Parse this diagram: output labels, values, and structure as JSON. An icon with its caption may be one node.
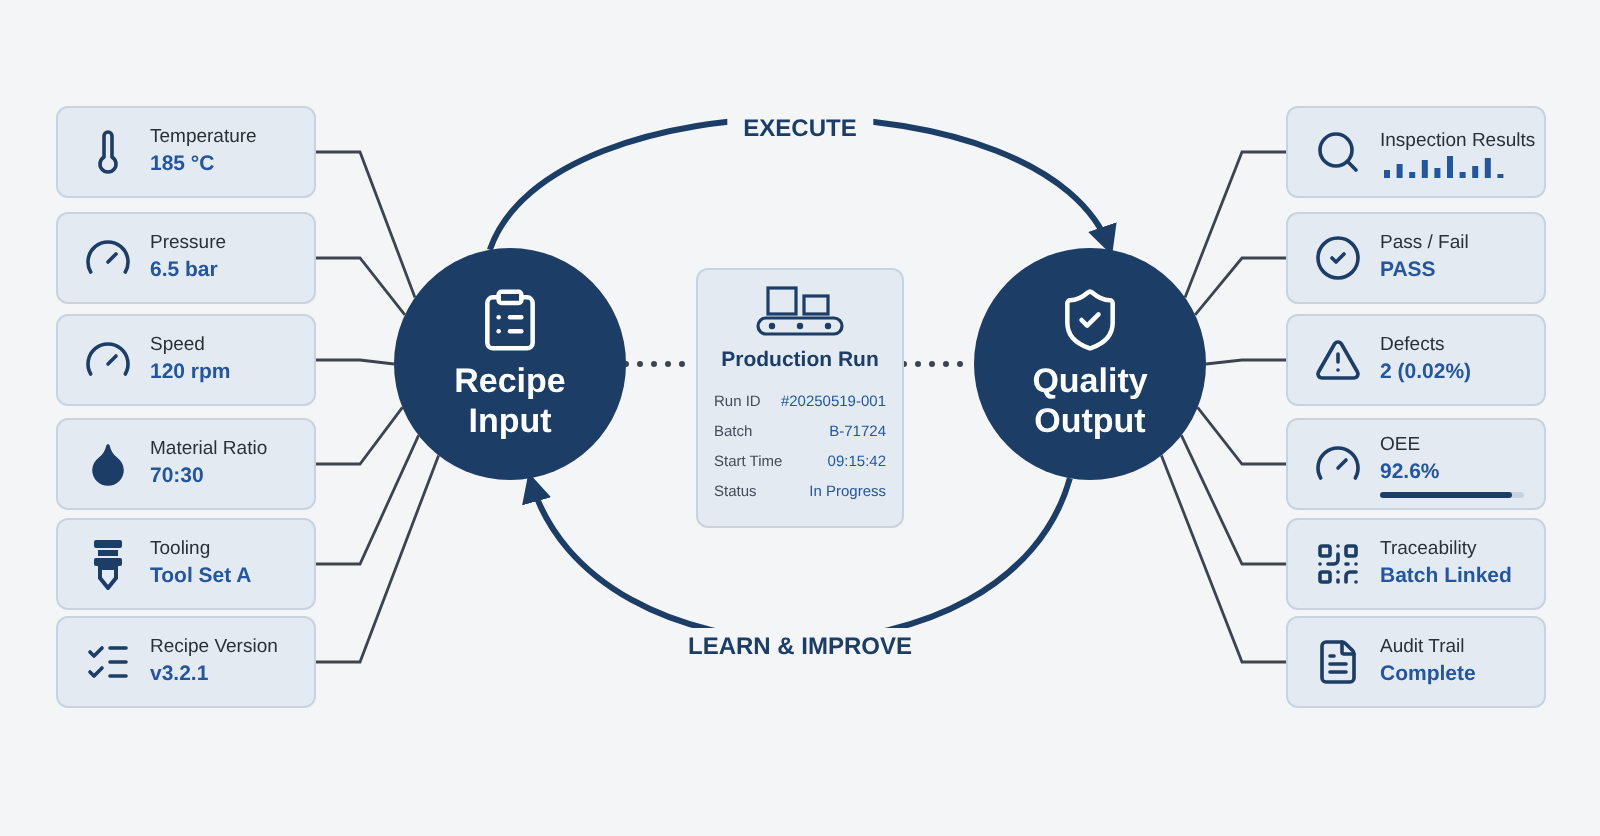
{
  "diagram": {
    "nodes": [
      {
        "text": [
          "Recipe Input"
        ]
      },
      {
        "text": [
          "Production Run",
          "Run ID",
          "#20250519-001",
          "Batch",
          "B-71724",
          "Start Time",
          "09:15:42",
          "Status",
          "In Progress"
        ]
      },
      {
        "text": [
          "Quality Output"
        ]
      },
      {
        "text": [
          "Temperature",
          "185 °C"
        ]
      },
      {
        "text": [
          "Pressure",
          "6.5 bar"
        ]
      },
      {
        "text": [
          "Speed",
          "120 rpm"
        ]
      },
      {
        "text": [
          "Material Ratio",
          "70:30"
        ]
      },
      {
        "text": [
          "Tooling",
          "Tool Set A"
        ]
      },
      {
        "text": [
          "Recipe Version",
          "v3.2.1"
        ]
      },
      {
        "text": [
          "Inspection Results"
        ]
      },
      {
        "text": [
          "Pass / Fail",
          "PASS"
        ]
      },
      {
        "text": [
          "Defects",
          "2 (0.02%)"
        ]
      },
      {
        "text": [
          "OEE",
          "92.6%"
        ]
      },
      {
        "text": [
          "Traceability",
          "Batch Linked"
        ]
      },
      {
        "text": [
          "Audit Trail",
          "Complete"
        ]
      }
    ],
    "edges": [
      {
        "from": 0,
        "to": 2,
        "arrow": "to",
        "label": "EXECUTE",
        "style": "thick"
      },
      {
        "from": 2,
        "to": 0,
        "arrow": "to",
        "label": "LEARN & IMPROVE",
        "style": "thick"
      },
      {
        "from": 0,
        "to": 1,
        "arrow": "none",
        "style": "dashed"
      },
      {
        "from": 1,
        "to": 2,
        "arrow": "none",
        "style": "dashed"
      },
      {
        "from": 3,
        "to": 0,
        "arrow": "none"
      },
      {
        "from": 4,
        "to": 0,
        "arrow": "none"
      },
      {
        "from": 5,
        "to": 0,
        "arrow": "none"
      },
      {
        "from": 6,
        "to": 0,
        "arrow": "none"
      },
      {
        "from": 7,
        "to": 0,
        "arrow": "none"
      },
      {
        "from": 8,
        "to": 0,
        "arrow": "none"
      },
      {
        "from": 9,
        "to": 2,
        "arrow": "none"
      },
      {
        "from": 10,
        "to": 2,
        "arrow": "none"
      },
      {
        "from": 11,
        "to": 2,
        "arrow": "none"
      },
      {
        "from": 12,
        "to": 2,
        "arrow": "none"
      },
      {
        "from": 13,
        "to": 2,
        "arrow": "none"
      },
      {
        "from": 14,
        "to": 2,
        "arrow": "none"
      }
    ]
  }
}
